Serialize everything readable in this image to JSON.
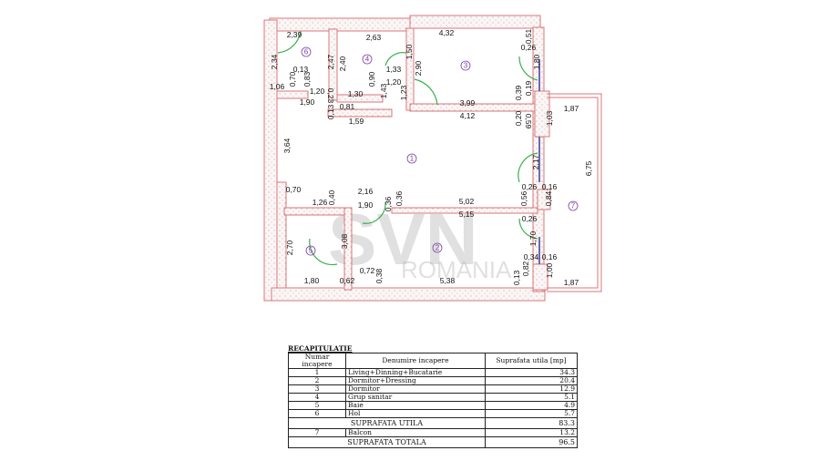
{
  "plan": {
    "rooms": [
      "1",
      "2",
      "3",
      "4",
      "5",
      "6",
      "7"
    ],
    "dims": [
      "2,39",
      "2,34",
      "2,47",
      "2,40",
      "2,63",
      "4,32",
      "0,51",
      "0,26",
      "2,90",
      "1,50",
      "1,33",
      "0,13",
      "0,70",
      "0,83",
      "1,06",
      "1,20",
      "0,90",
      "1,20",
      "1,30",
      "1,43",
      "1,23",
      "1,90",
      "0,23",
      "0,81",
      "0,13",
      "1,59",
      "3,99",
      "4,12",
      "1,80",
      "0,19",
      "0,39",
      "0,20",
      "0,59",
      "1,03",
      "1,87",
      "6,75",
      "3,64",
      "2,17",
      "0,70",
      "2,16",
      "1,26",
      "0,40",
      "1,90",
      "0,36",
      "0,36",
      "5,02",
      "5,15",
      "0,26",
      "0,16",
      "0,56",
      "0,84",
      "0,26",
      "2,70",
      "3,08",
      "1,70",
      "0,34",
      "0,16",
      "0,13",
      "0,82",
      "1,00",
      "1,80",
      "0,62",
      "0,72",
      "0,38",
      "5,38",
      "1,87"
    ],
    "watermark": {
      "logo": "SVN",
      "sub": "ROMANIA"
    },
    "colors": {
      "wall": "#d9777a",
      "door": "#3cb04a",
      "window": "#3a3aa0",
      "room_label": "#7a3fa0"
    }
  },
  "table": {
    "caption": "RECAPITULATIE",
    "headers": [
      "Numar incapere",
      "Denumire incapere",
      "Suprafata utila [mp]"
    ],
    "rows": [
      {
        "nr": "1",
        "name": "Living+Dinning+Bucatarie",
        "area": "34.3"
      },
      {
        "nr": "2",
        "name": "Dormitor+Dressing",
        "area": "20.4"
      },
      {
        "nr": "3",
        "name": "Dormitor",
        "area": "12.9"
      },
      {
        "nr": "4",
        "name": "Grup sanitar",
        "area": "5.1"
      },
      {
        "nr": "5",
        "name": "Baie",
        "area": "4.9"
      },
      {
        "nr": "6",
        "name": "Hol",
        "area": "5.7"
      }
    ],
    "utila_label": "SUPRAFATA UTILA",
    "utila_value": "83.3",
    "balcon": {
      "nr": "7",
      "name": "Balcon",
      "area": "13.2"
    },
    "totala_label": "SUPRAFATA TOTALA",
    "totala_value": "96.5"
  }
}
